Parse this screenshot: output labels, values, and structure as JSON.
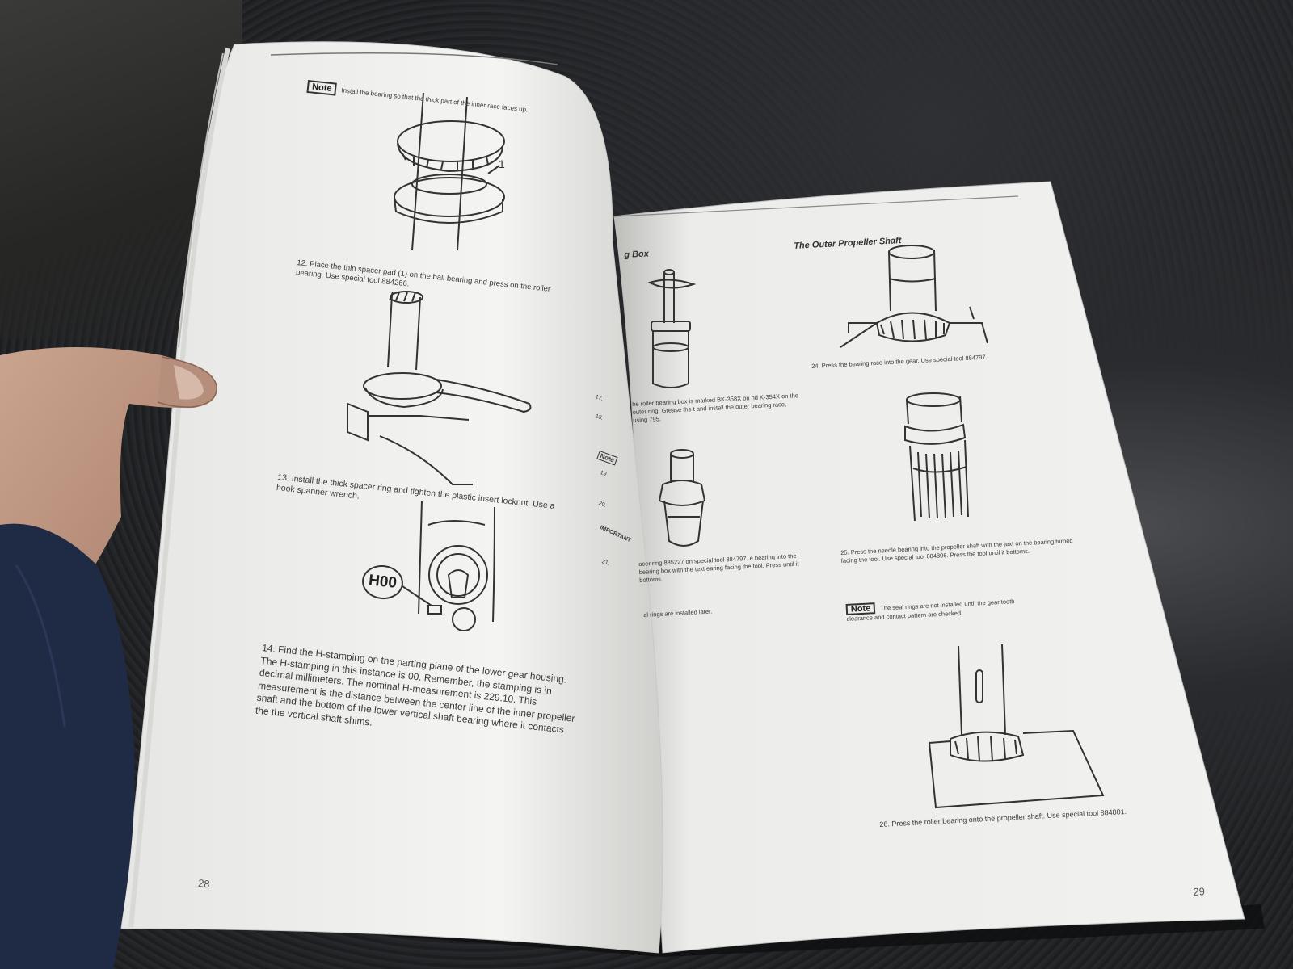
{
  "left_page": {
    "note_label": "Note",
    "note_text": "Install the bearing so that the thick part of the inner race faces up.",
    "callout_1": "1",
    "step_12": "12. Place the thin spacer pad (1) on the ball bearing and press on the roller bearing. Use special tool 884266.",
    "step_13": "13. Install the thick spacer ring and tighten the plastic insert locknut. Use a hook spanner wrench.",
    "h_label": "H00",
    "step_14": "14. Find the H-stamping on the parting plane of the lower gear housing. The H-stamping in this instance is 00. Remember, the stamping is in decimal millimeters. The nominal H-measurement is 229.10. This measurement is the distance between the center line of the inner propeller shaft and the bottom of the lower vertical shaft bearing where it contacts the the vertical shaft shims.",
    "page_number": "28"
  },
  "right_page": {
    "header_left": "g Box",
    "header_right": "The Outer Propeller Shaft",
    "step_17_fragment": "he roller bearing box is marked BK-358X on nd K-354X on the outer ring. Grease the t and install the outer bearing race, using 795.",
    "step_21_fragment": "acer ring 885227 on special tool 884797. e bearing into the bearing box with the text earing facing the tool. Press until it bottoms.",
    "seal_fragment": "al rings are installed later.",
    "step_24": "24. Press the bearing race into the gear. Use special tool 884797.",
    "step_25": "25. Press the needle bearing into the propeller shaft with the text on the bearing turned facing the tool. Use special tool 884806. Press the tool until it bottoms.",
    "note_label": "Note",
    "note_text": "The seal rings are not installed until the gear tooth clearance and contact pattern are checked.",
    "step_26": "26. Press the roller bearing onto the propeller shaft. Use special tool 884801.",
    "page_number": "29"
  },
  "hidden_edge": {
    "partial_17": "17.",
    "partial_18": "18.",
    "partial_19": "19.",
    "partial_20": "20.",
    "partial_21": "21.",
    "partial_note": "Note",
    "partial_important": "IMPORTANT"
  },
  "colors": {
    "paper": "#f2f2f0",
    "ink": "#3a3a3a",
    "background": "#1e1f21"
  }
}
